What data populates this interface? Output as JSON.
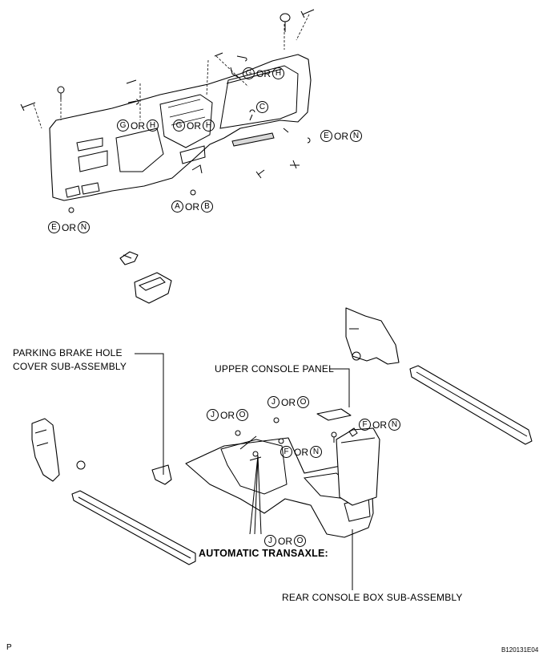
{
  "labels": {
    "parking_brake_line1": "PARKING BRAKE HOLE",
    "parking_brake_line2": "COVER SUB-ASSEMBLY",
    "upper_console_panel": "UPPER CONSOLE PANEL",
    "automatic_transaxle": "AUTOMATIC TRANSAXLE:",
    "rear_console_box": "REAR CONSOLE BOX SUB-ASSEMBLY"
  },
  "or_text": "OR",
  "refs": {
    "g_h_top": [
      "G",
      "H"
    ],
    "c": "C",
    "g_h_left": [
      "G",
      "H"
    ],
    "g_h_mid": [
      "G",
      "H"
    ],
    "e_n_right": [
      "E",
      "N"
    ],
    "a_b": [
      "A",
      "B"
    ],
    "e_n_left": [
      "E",
      "N"
    ],
    "j_o_top": [
      "J",
      "O"
    ],
    "j_o_left": [
      "J",
      "O"
    ],
    "f_n_right": [
      "F",
      "N"
    ],
    "f_n_mid": [
      "F",
      "N"
    ],
    "j_o_bottom": [
      "J",
      "O"
    ]
  },
  "corner_left": "P",
  "figure_id": "B120131E04"
}
